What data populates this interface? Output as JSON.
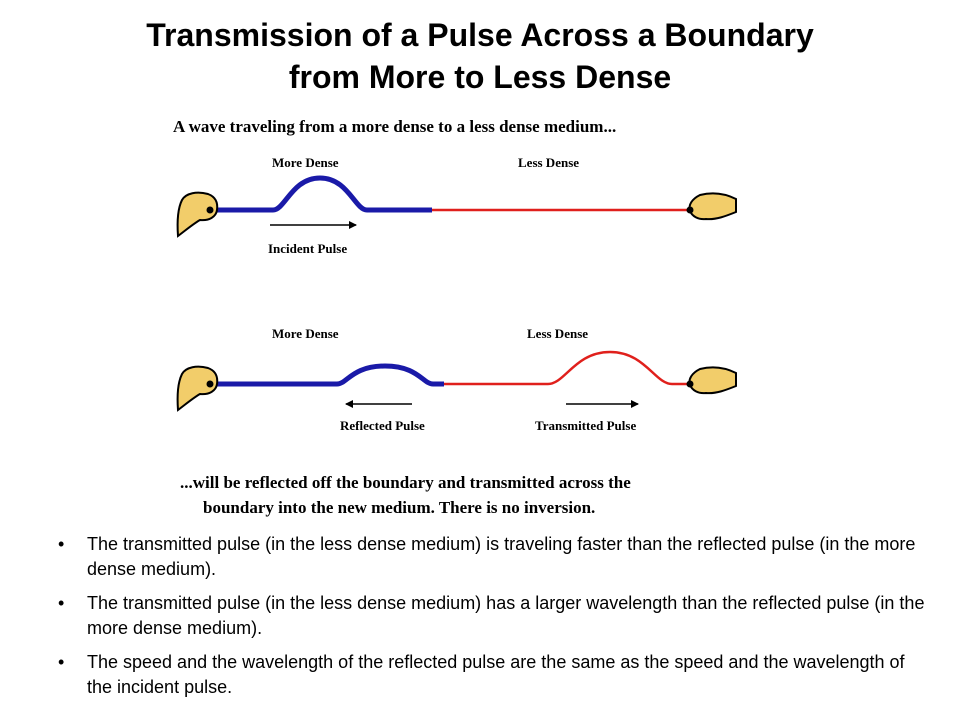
{
  "title": {
    "line1": "Transmission of a Pulse Across a Boundary",
    "line2": "from More to Less Dense"
  },
  "figure": {
    "heading": "A wave traveling from a more dense to a less dense medium...",
    "top": {
      "left_label": "More Dense",
      "right_label": "Less Dense",
      "arrow_label": "Incident Pulse"
    },
    "bottom": {
      "left_label": "More Dense",
      "right_label": "Less Dense",
      "reflected_label": "Reflected Pulse",
      "transmitted_label": "Transmitted Pulse"
    },
    "caption_line1": "...will be reflected off the boundary and transmitted across the",
    "caption_line2": "boundary into the new medium.  There is no inversion.",
    "colors": {
      "dense_rope": "#1a1aa8",
      "light_rope": "#e0201c",
      "hand": "#f2cd6a",
      "outline": "#000000"
    }
  },
  "bullets": [
    "The transmitted pulse (in the less dense medium) is traveling faster than the reflected pulse (in the more dense medium).",
    "The transmitted pulse (in the less dense medium) has a larger wavelength than the reflected pulse (in the more dense medium).",
    "The speed and the wavelength of the reflected pulse are the same as the speed and the wavelength of the incident pulse."
  ]
}
